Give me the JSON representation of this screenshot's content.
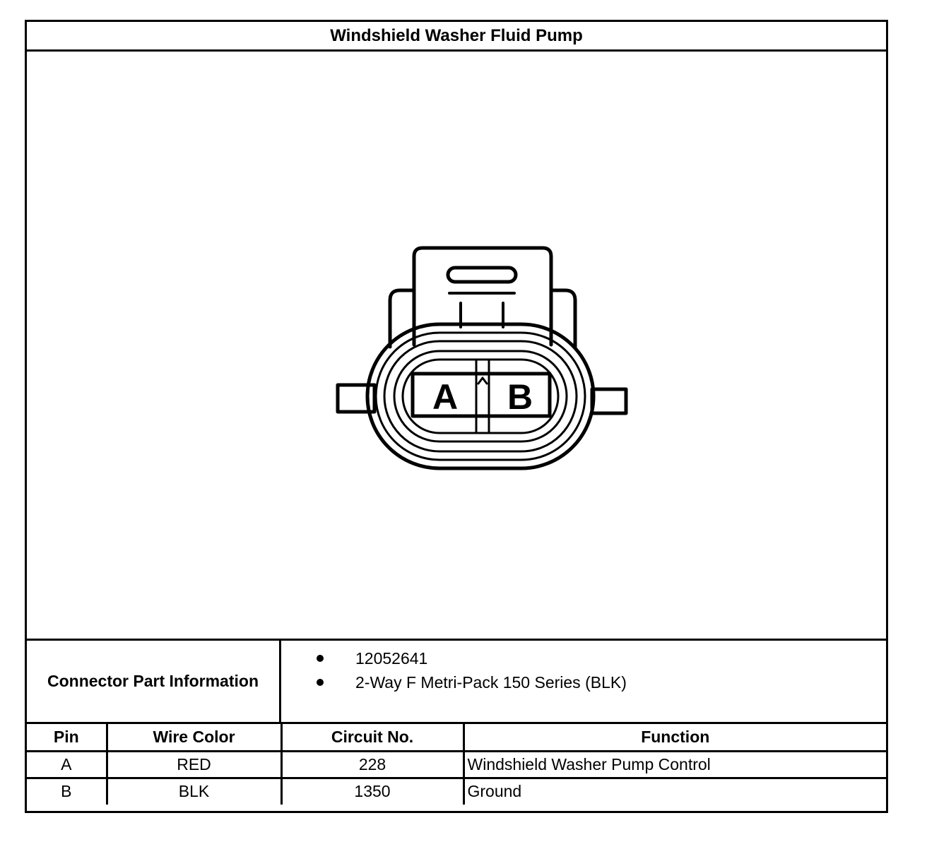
{
  "title": "Windshield Washer Fluid Pump",
  "connector": {
    "cavity_labels": [
      "A",
      "B"
    ]
  },
  "part_info": {
    "label": "Connector Part Information",
    "items": [
      "12052641",
      "2-Way F Metri-Pack 150 Series (BLK)"
    ]
  },
  "pin_table": {
    "headers": {
      "pin": "Pin",
      "wire_color": "Wire Color",
      "circuit": "Circuit No.",
      "function": "Function"
    },
    "rows": [
      {
        "pin": "A",
        "wire_color": "RED",
        "circuit": "228",
        "function": "Windshield Washer Pump Control"
      },
      {
        "pin": "B",
        "wire_color": "BLK",
        "circuit": "1350",
        "function": "Ground"
      }
    ]
  }
}
